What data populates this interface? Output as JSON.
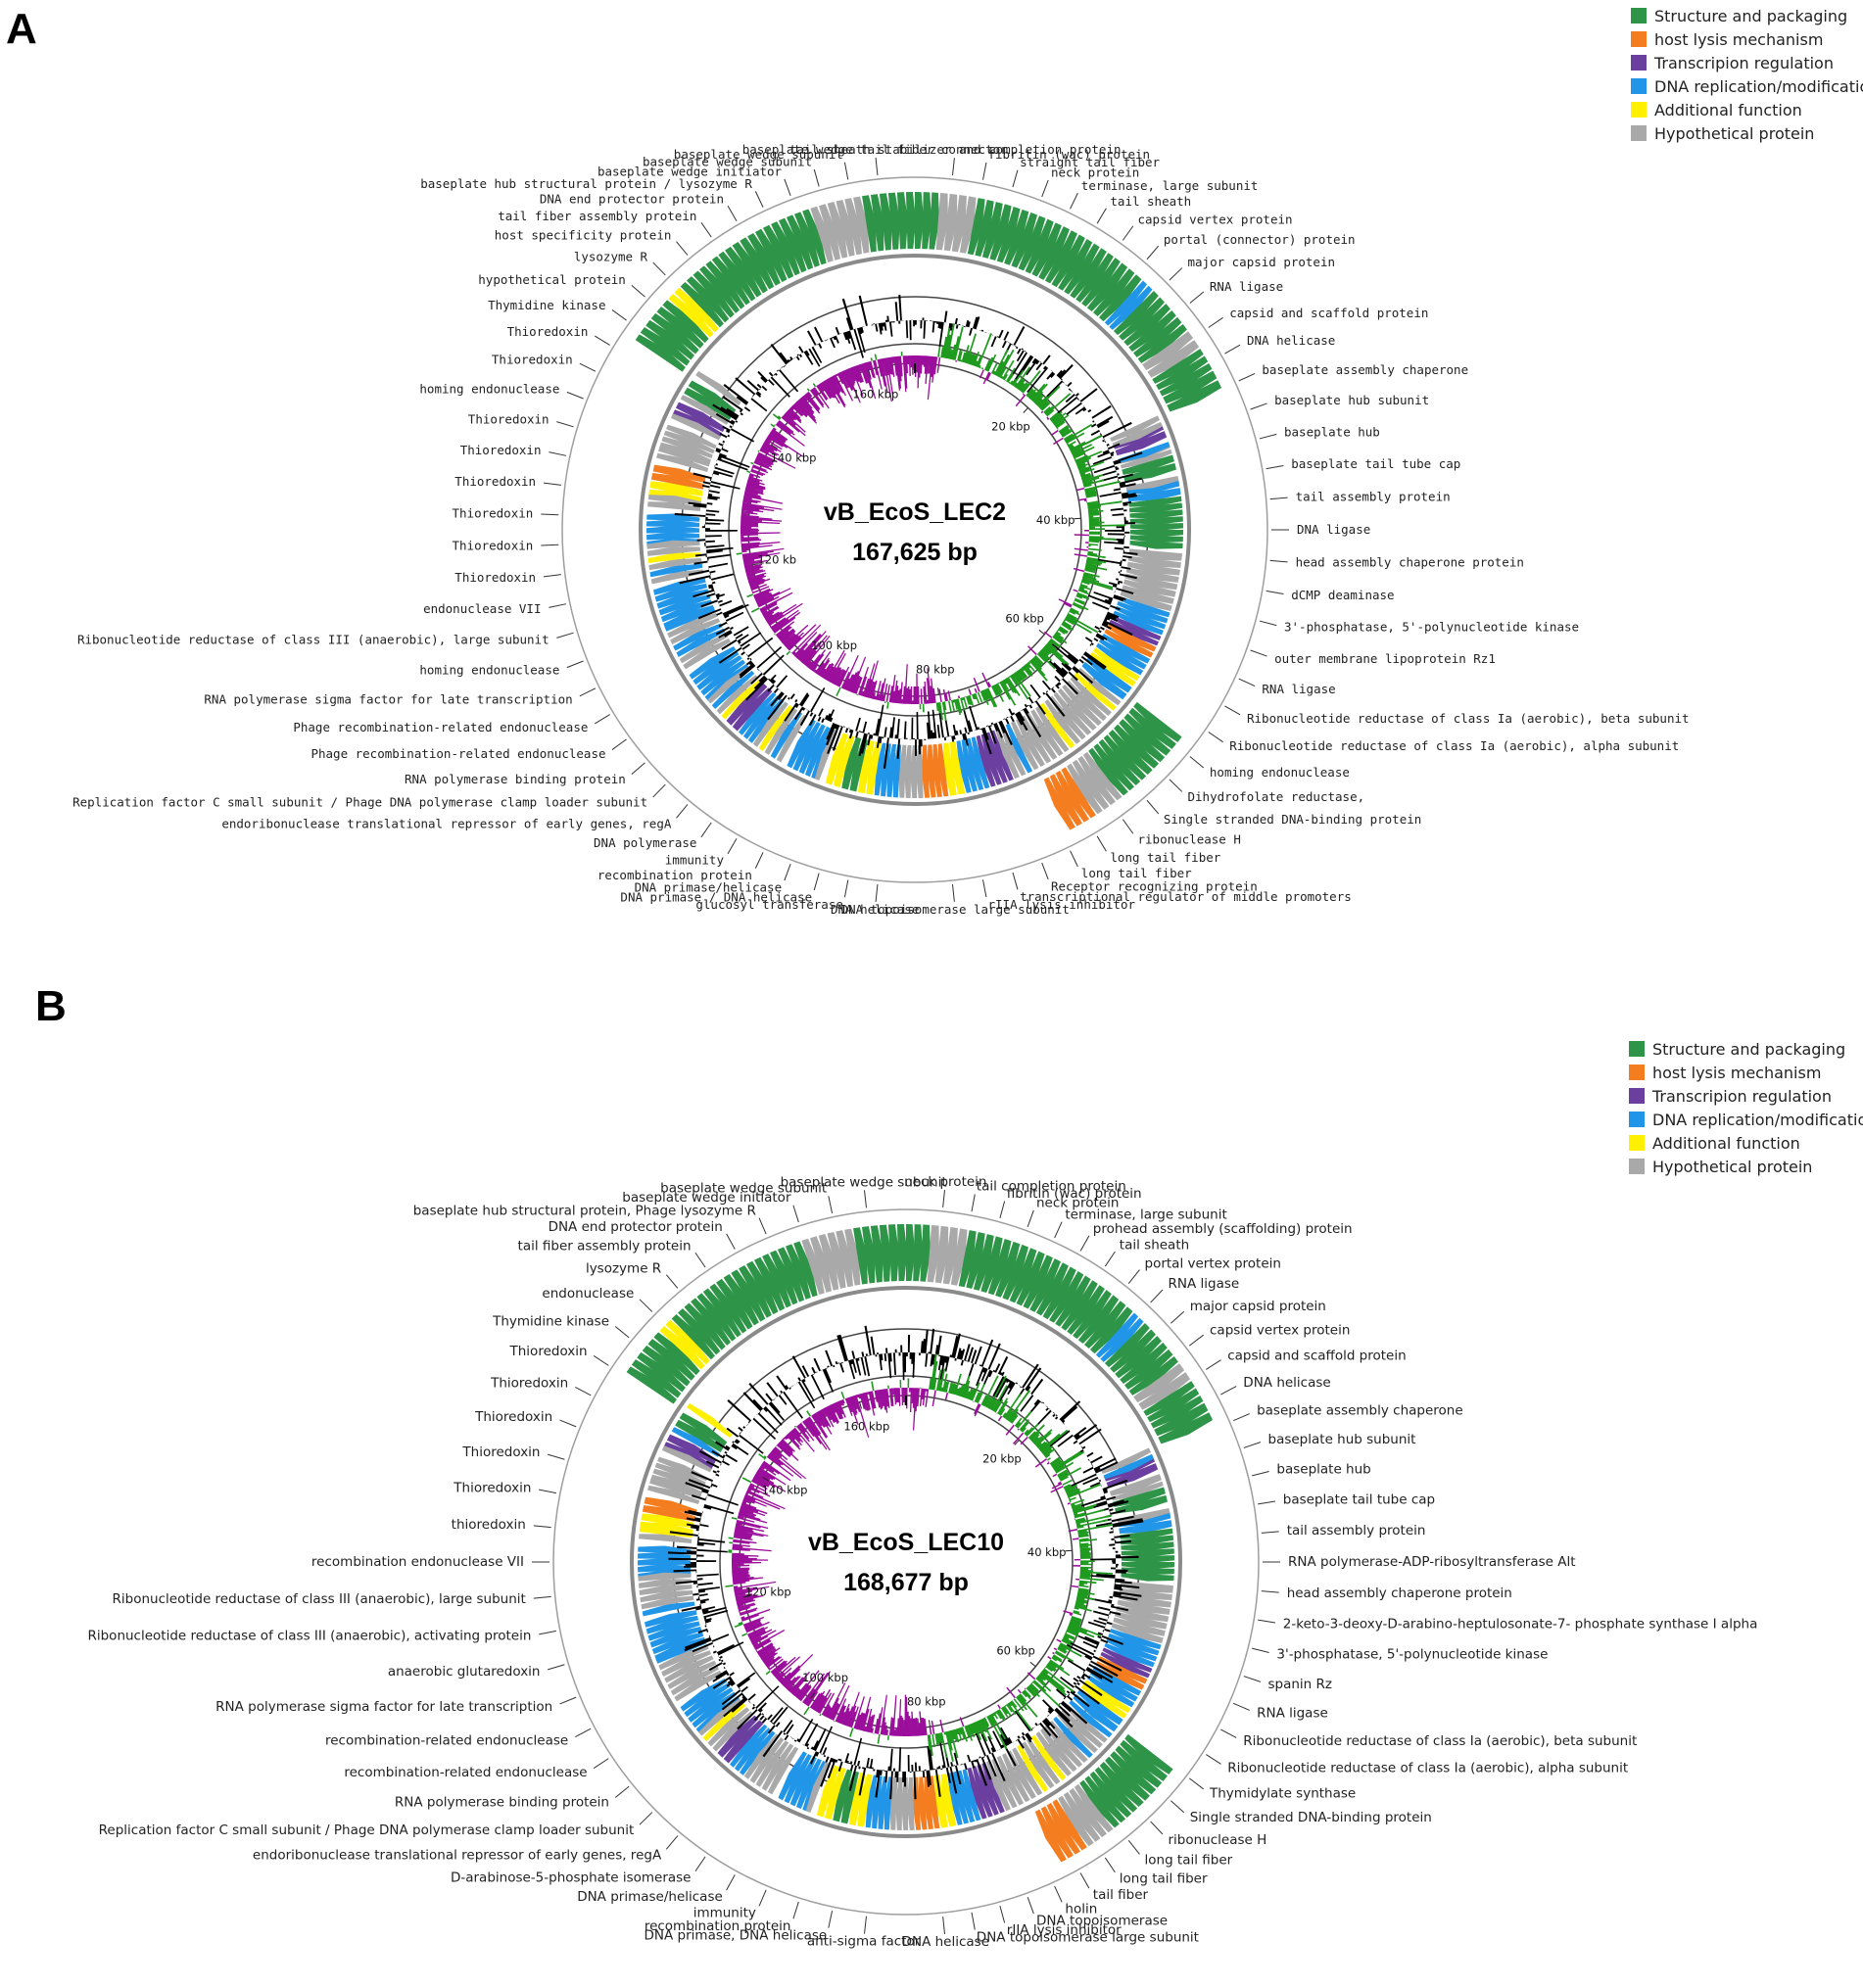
{
  "colors": {
    "structure": "#2e9448",
    "lysis": "#f47d20",
    "transcription": "#6b3fa0",
    "replication": "#2196e8",
    "additional": "#ffef00",
    "hypothetical": "#a9a9a9",
    "gc_content": "#000000",
    "gc_skew_pos": "#1e9a1e",
    "gc_skew_neg": "#9b0d9b",
    "ring_line": "#8c8c8c"
  },
  "legend": {
    "items": [
      {
        "key": "structure",
        "label": "Structure and packaging"
      },
      {
        "key": "lysis",
        "label": "host lysis mechanism"
      },
      {
        "key": "transcription",
        "label": "Transcripion regulation"
      },
      {
        "key": "replication",
        "label": "DNA replication/modification"
      },
      {
        "key": "additional",
        "label": "Additional function"
      },
      {
        "key": "hypothetical",
        "label": "Hypothetical protein"
      }
    ]
  },
  "panels": {
    "A": {
      "letter": "A",
      "name": "vB_EcoS_LEC2",
      "size": "167,625 bp",
      "ticks": [
        "20 kbp",
        "40 kbp",
        "60 kbp",
        "80 kbp",
        "100 kbp",
        "120 kb",
        "140 kbp",
        "160 kbp"
      ],
      "labels_right": [
        "tail sheath stabilizer and completion protein",
        "fibritin (wac) protein",
        "straight tail fiber",
        "neck protein",
        "terminase, large subunit",
        "tail sheath",
        "capsid vertex protein",
        "portal (connector) protein",
        "major capsid protein",
        "RNA ligase",
        "capsid and scaffold protein",
        "DNA helicase",
        "baseplate assembly chaperone",
        "baseplate hub subunit",
        "baseplate hub",
        "baseplate tail tube cap",
        "tail assembly protein",
        "DNA ligase",
        "head assembly chaperone protein",
        "dCMP deaminase",
        "3'-phosphatase, 5'-polynucleotide kinase",
        "outer membrane lipoprotein Rz1",
        "RNA ligase",
        "Ribonucleotide reductase of class Ia (aerobic), beta subunit",
        "Ribonucleotide reductase of class Ia (aerobic), alpha subunit",
        "homing endonuclease",
        "Dihydrofolate reductase,",
        "Single stranded DNA-binding protein",
        "ribonuclease H",
        "long tail fiber",
        "long tail fiber",
        "Receptor recognizing protein",
        "transcriptional regulator of middle promoters",
        "rIIA lysis inhibitor",
        "DNA topoisomerase large subunit"
      ],
      "labels_left": [
        "baseplate wedge tail fiber connector",
        "baseplate wedge subunit",
        "baseplate wedge subunit",
        "baseplate wedge initiator",
        "baseplate hub structural protein / lysozyme R",
        "DNA end protector protein",
        "tail fiber assembly protein",
        "host specificity protein",
        "lysozyme R",
        "hypothetical protein",
        "Thymidine kinase",
        "Thioredoxin",
        "Thioredoxin",
        "homing endonuclease",
        "Thioredoxin",
        "Thioredoxin",
        "Thioredoxin",
        "Thioredoxin",
        "Thioredoxin",
        "Thioredoxin",
        "endonuclease VII",
        "Ribonucleotide reductase of class III (anaerobic), large subunit",
        "homing endonuclease",
        "RNA polymerase sigma factor for late transcription",
        "Phage recombination-related endonuclease",
        "Phage recombination-related endonuclease",
        "RNA polymerase binding protein",
        "Replication factor C small subunit / Phage DNA polymerase clamp loader subunit",
        "endoribonuclease translational repressor of early genes, regA",
        "DNA polymerase",
        "immunity",
        "recombination protein",
        "DNA primase/helicase",
        "DNA primase / DNA helicase",
        "glucosyl transferase",
        "DNA helicase"
      ]
    },
    "B": {
      "letter": "B",
      "name": "vB_EcoS_LEC10",
      "size": "168,677 bp",
      "ticks": [
        "20 kbp",
        "40 kbp",
        "60 kbp",
        "80 kbp",
        "100 kbp",
        "120 kbp",
        "140 kbp",
        "160 kbp"
      ],
      "labels_right": [
        "neck protein",
        "tail completion protein",
        "fibritin (wac) protein",
        "neck protein",
        "terminase, large subunit",
        "prohead assembly (scaffolding) protein",
        "tail sheath",
        "portal vertex protein",
        "RNA ligase",
        "major capsid protein",
        "capsid vertex protein",
        "capsid and scaffold protein",
        "DNA helicase",
        "baseplate assembly chaperone",
        "baseplate hub subunit",
        "baseplate hub",
        "baseplate tail tube cap",
        "tail assembly protein",
        "RNA polymerase-ADP-ribosyltransferase Alt",
        "head assembly chaperone protein",
        "2-keto-3-deoxy-D-arabino-heptulosonate-7- phosphate synthase I alpha",
        "3'-phosphatase, 5'-polynucleotide kinase",
        "spanin Rz",
        "RNA ligase",
        "Ribonucleotide reductase of class Ia (aerobic), beta subunit",
        "Ribonucleotide reductase of class Ia (aerobic), alpha subunit",
        "Thymidylate synthase",
        "Single stranded DNA-binding protein",
        "ribonuclease H",
        "long tail fiber",
        "long tail fiber",
        "tail fiber",
        "holin",
        "DNA topoisomerase",
        "rIIA lysis inhibitor",
        "DNA topoisomerase large subunit",
        "DNA helicase"
      ],
      "labels_left": [
        "baseplate wedge subunit",
        "baseplate wedge subunit",
        "baseplate wedge initiator",
        "baseplate hub structural protein, Phage lysozyme R",
        "DNA end protector protein",
        "tail fiber assembly protein",
        "lysozyme R",
        "endonuclease",
        "Thymidine kinase",
        "Thioredoxin",
        "Thioredoxin",
        "Thioredoxin",
        "Thioredoxin",
        "Thioredoxin",
        "thioredoxin",
        "recombination endonuclease VII",
        "Ribonucleotide reductase of class III (anaerobic), large subunit",
        "Ribonucleotide reductase of class III (anaerobic), activating protein",
        "anaerobic glutaredoxin",
        "RNA polymerase sigma factor for late transcription",
        "recombination-related endonuclease",
        "recombination-related endonuclease",
        "RNA polymerase binding protein",
        "Replication factor C small subunit / Phage DNA polymerase clamp loader subunit",
        "endoribonuclease translational repressor of early genes, regA",
        "D-arabinose-5-phosphate isomerase",
        "DNA primase/helicase",
        "immunity",
        "recombination protein",
        "DNA primase, DNA helicase",
        "anti-sigma factor"
      ]
    }
  }
}
